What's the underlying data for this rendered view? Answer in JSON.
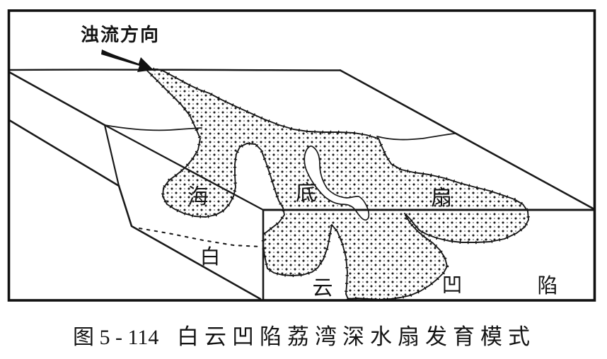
{
  "diagram": {
    "arrow_label": "浊流方向",
    "seafloor_fan_label": {
      "chars": [
        "海",
        "底",
        "扇"
      ]
    },
    "sag_label": {
      "chars": [
        "白",
        "云",
        "凹",
        "陷"
      ]
    },
    "caption": {
      "figure_number": "图 5 - 114",
      "title": "白云凹陷荔湾深水扇发育模式"
    },
    "colors": {
      "ink": "#1a1a1a",
      "paper": "#ffffff",
      "stipple_dot": "#1b1b1b"
    }
  }
}
